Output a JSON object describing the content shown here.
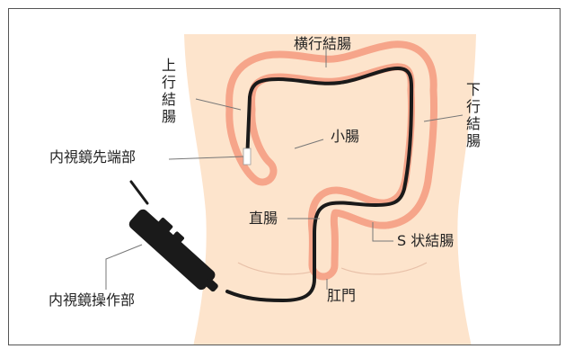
{
  "labels": {
    "transverse_colon": "横行結腸",
    "ascending_colon": "上行結腸",
    "descending_colon": "下行結腸",
    "small_intestine": "小腸",
    "endoscope_tip": "内視鏡先端部",
    "rectum": "直腸",
    "sigmoid_colon": "S 状結腸",
    "anus": "肛門",
    "endoscope_control": "内視鏡操作部"
  },
  "colors": {
    "skin": "#fde4cc",
    "colon_outer": "#f6a58a",
    "colon_inner": "#fde4cc",
    "scope": "#1a1a1a",
    "leader": "#777777",
    "border": "#555555"
  }
}
